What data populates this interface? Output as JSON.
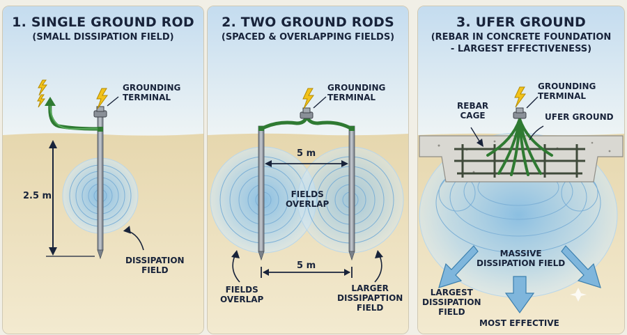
{
  "panel1": {
    "title": "1. SINGLE GROUND ROD",
    "subtitle": "(SMALL DISSIPATION FIELD)",
    "terminal_label_1": "GROUNDING",
    "terminal_label_2": "TERMINAL",
    "depth_label": "2.5 m",
    "field_label_1": "DISSIPATION",
    "field_label_2": "FIELD"
  },
  "panel2": {
    "title": "2. TWO GROUND RODS",
    "subtitle": "(SPACED & OVERLAPPING FIELDS)",
    "terminal_label_1": "GROUNDING",
    "terminal_label_2": "TERMINAL",
    "spacing_top": "5 m",
    "spacing_bottom": "5 m",
    "center_label_1": "FIELDS",
    "center_label_2": "OVERLAP",
    "left_label_1": "FIELDS",
    "left_label_2": "OVERLAP",
    "right_label_1": "LARGER",
    "right_label_2": "DISSIPAPTION",
    "right_label_3": "FIELD"
  },
  "panel3": {
    "title": "3. UFER GROUND",
    "subtitle_1": "(REBAR IN CONCRETE FOUNDATION",
    "subtitle_2": "- LARGEST EFFECTIVENESS)",
    "terminal_label_1": "GROUNDING",
    "terminal_label_2": "TERMINAL",
    "rebar_label_1": "REBAR",
    "rebar_label_2": "CAGE",
    "ufer_label": "UFER GROUND",
    "massive_label_1": "MASSIVE",
    "massive_label_2": "DISSIPATION FIELD",
    "largest_label_1": "LARGEST",
    "largest_label_2": "DISSIPATION",
    "largest_label_3": "FIELD",
    "effective_label": "MOST EFFECTIVE"
  },
  "colors": {
    "sky": "#cfe3f3",
    "soil": "#eee2bf",
    "wire": "#3b8a3e",
    "field": "#9ccbe8",
    "arrow": "#7fb6dc",
    "bolt": "#f2c21b",
    "text": "#18233a"
  }
}
